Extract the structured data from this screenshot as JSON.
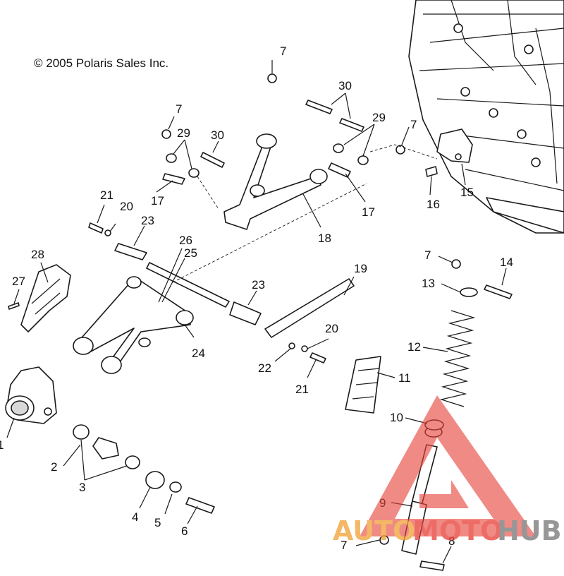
{
  "copyright": "© 2005 Polaris Sales Inc.",
  "callouts": {
    "n1": "1",
    "n2": "2",
    "n3": "3",
    "n4": "4",
    "n5": "5",
    "n6": "6",
    "n7a": "7",
    "n7b": "7",
    "n7c": "7",
    "n7d": "7",
    "n7e": "7",
    "n8": "8",
    "n9": "9",
    "n10": "10",
    "n11": "11",
    "n12": "12",
    "n13": "13",
    "n14": "14",
    "n15": "15",
    "n16": "16",
    "n17a": "17",
    "n17b": "17",
    "n18": "18",
    "n19": "19",
    "n20a": "20",
    "n20b": "20",
    "n21a": "21",
    "n21b": "21",
    "n22": "22",
    "n23a": "23",
    "n23b": "23",
    "n24": "24",
    "n25": "25",
    "n26": "26",
    "n27": "27",
    "n28": "28",
    "n29a": "29",
    "n29b": "29",
    "n30a": "30",
    "n30b": "30"
  },
  "watermark": {
    "part1": "AUTO",
    "part2": "MOTO",
    "part3": "HUB",
    "color_orange": "#f2a33a",
    "color_red": "#e8453c",
    "color_gray": "#7a7a7a"
  }
}
